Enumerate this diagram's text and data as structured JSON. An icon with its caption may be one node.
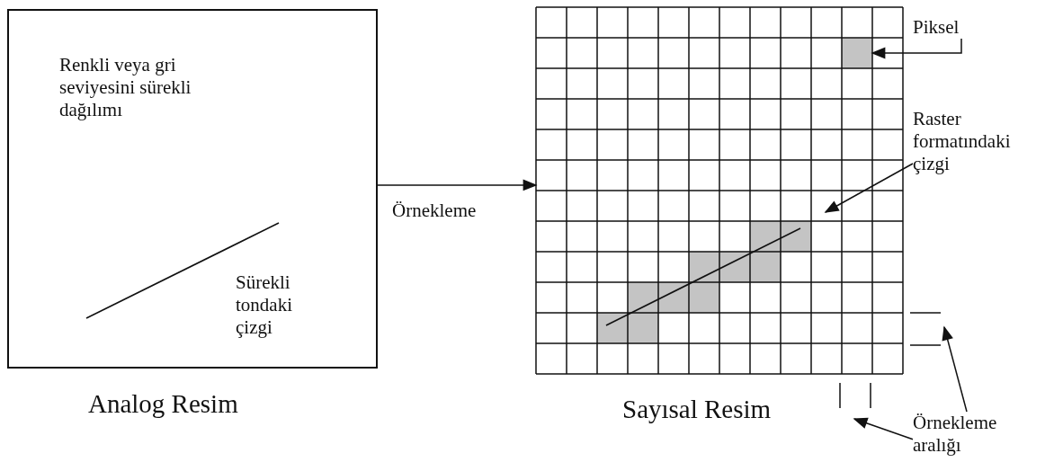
{
  "diagram": {
    "nodes": [
      {
        "text": [
          "Renkli veya gri seviyesini sürekli dağılımı",
          "Sürekli tondaki çizgi"
        ],
        "beside": [
          "Analog Resim"
        ]
      },
      {
        "text": [],
        "shape": "box",
        "beside": [
          "Sayısal Resim"
        ]
      },
      {
        "text": [],
        "shape": "box",
        "in": 1
      },
      {
        "text": [
          "Piksel"
        ]
      },
      {
        "text": [
          "Raster formatındaki çizgi"
        ]
      },
      {
        "text": [
          "Örnekleme aralığı"
        ]
      }
    ],
    "edges": [
      {
        "from": 0,
        "to": 1,
        "arrow": "to",
        "label": "Örnekleme"
      },
      {
        "from": 3,
        "to": 2,
        "arrow": "to"
      },
      {
        "from": 4,
        "to": null,
        "arrow": "to"
      },
      {
        "from": 5,
        "to": null,
        "arrow": "to"
      },
      {
        "from": 5,
        "to": null,
        "arrow": "to"
      }
    ]
  }
}
